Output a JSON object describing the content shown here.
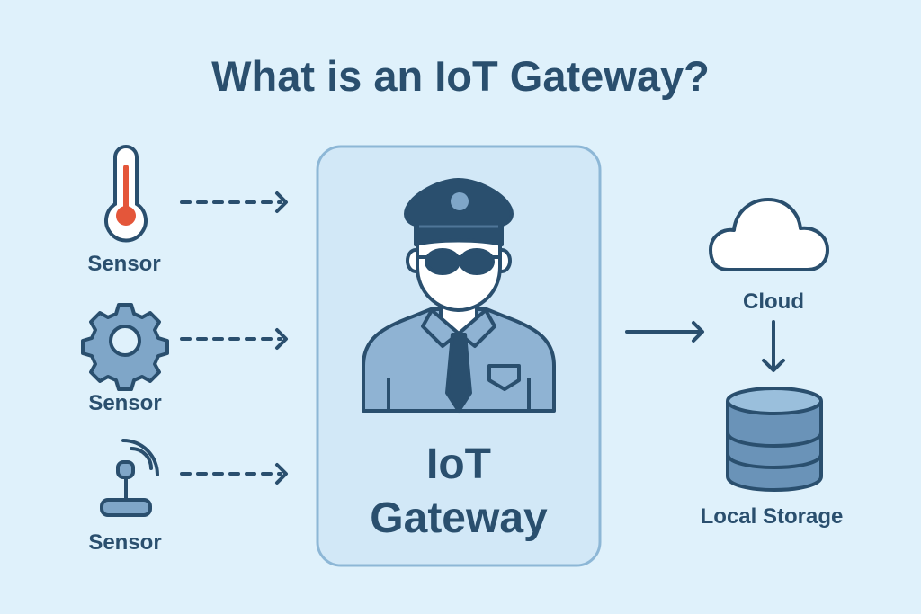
{
  "title": "What is an IoT Gateway?",
  "sensors": [
    {
      "label": "Sensor",
      "icon": "thermometer-icon"
    },
    {
      "label": "Sensor",
      "icon": "gear-icon"
    },
    {
      "label": "Sensor",
      "icon": "antenna-icon"
    }
  ],
  "gateway": {
    "line1": "IoT",
    "line2": "Gateway",
    "icon": "security-guard-icon"
  },
  "destinations": {
    "cloud": {
      "label": "Cloud",
      "icon": "cloud-icon"
    },
    "storage": {
      "label": "Local Storage",
      "icon": "database-icon"
    }
  },
  "colors": {
    "background": "#dff1fb",
    "primary": "#2a4f6e",
    "accent": "#e4563a",
    "fill": "#7fa6c8"
  }
}
